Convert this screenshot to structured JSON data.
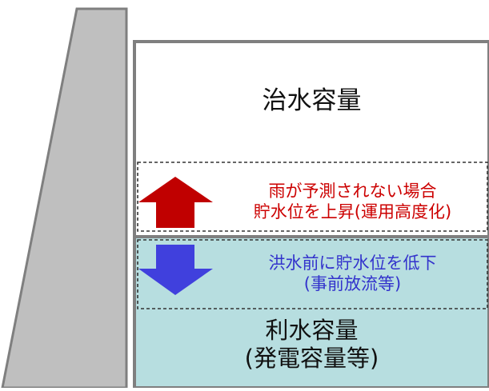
{
  "diagram": {
    "flood_capacity": {
      "label": "治水容量",
      "fill": "#ffffff"
    },
    "raise_operation": {
      "lines": [
        "雨が予測されない場合",
        "貯水位を上昇(運用高度化)"
      ],
      "text_color": "#cc0000",
      "arrow_color": "#c00000",
      "arrow_icon": "arrow-up-icon"
    },
    "lower_operation": {
      "lines": [
        "洪水前に貯水位を低下",
        "(事前放流等)"
      ],
      "text_color": "#3333cc",
      "arrow_color": "#4040dd",
      "arrow_icon": "arrow-down-icon"
    },
    "water_use_capacity": {
      "lines": [
        "利水容量",
        "(発電容量等)"
      ],
      "fill": "#b7dee0"
    },
    "colors": {
      "dam_body": "#bfbfbf",
      "outline": "#7f7f7f",
      "dashed_border": "#333333"
    }
  }
}
